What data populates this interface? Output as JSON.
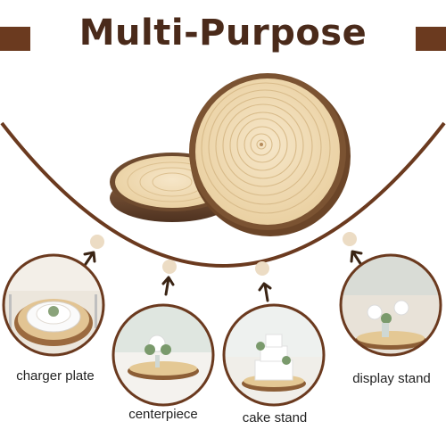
{
  "title": "Multi-Purpose",
  "colors": {
    "accent_brown": "#6b3a1f",
    "title_brown": "#4a2a1a",
    "wood_light": "#f0dcb8",
    "bark": "#6e4a2e"
  },
  "uses": [
    {
      "label": "charger plate"
    },
    {
      "label": "centerpiece"
    },
    {
      "label": "cake stand"
    },
    {
      "label": "display stand"
    }
  ]
}
